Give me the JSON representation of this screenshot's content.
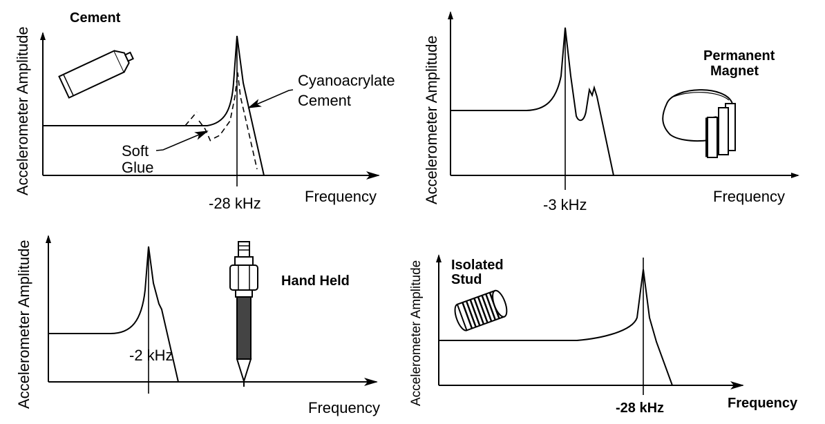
{
  "panels": [
    {
      "title": "Cement",
      "y_label": "Accelerometer Amplitude",
      "x_label": "Frequency",
      "resonance_label": "-28 kHz",
      "annotations": [
        "Cyanoacrylate",
        "Cement",
        "Soft",
        "Glue"
      ]
    },
    {
      "title_lines": [
        "Permanent",
        "Magnet"
      ],
      "y_label": "Accelerometer Amplitude",
      "x_label": "Frequency",
      "resonance_label": "-3 kHz"
    },
    {
      "title": "Hand Held",
      "y_label": "Accelerometer Amplitude",
      "x_label": "Frequency",
      "resonance_label": "-2 kHz"
    },
    {
      "title_lines": [
        "Isolated",
        "Stud"
      ],
      "y_label": "Accelerometer Amplitude",
      "x_label": "Frequency",
      "resonance_label": "-28 kHz"
    }
  ]
}
